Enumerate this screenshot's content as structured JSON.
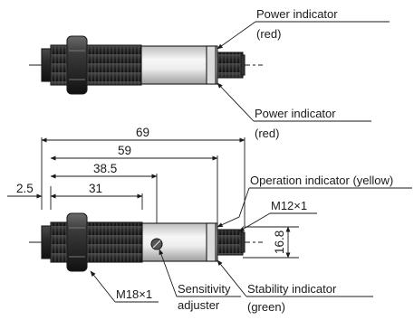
{
  "labels": {
    "power_indicator_top": "Power indicator",
    "power_indicator_top_color": "(red)",
    "power_indicator_bottom": "Power indicator",
    "power_indicator_bottom_color": "(red)",
    "operation_indicator": "Operation indicator (yellow)",
    "connector": "M12×1",
    "thread": "M18×1",
    "sensitivity_line1": "Sensitivity",
    "sensitivity_line2": "adjuster",
    "stability_indicator": "Stability indicator",
    "stability_indicator_color": "(green)"
  },
  "dimensions": {
    "d69": "69",
    "d59": "59",
    "d38_5": "38.5",
    "d31": "31",
    "d2_5": "2.5",
    "d16_8": "16.8"
  },
  "colors": {
    "ink": "#1a1a1a",
    "thread_dark": "#2b2b2b",
    "cylinder_light": "#f4f4f4",
    "cylinder_mid": "#cfcfcf"
  }
}
